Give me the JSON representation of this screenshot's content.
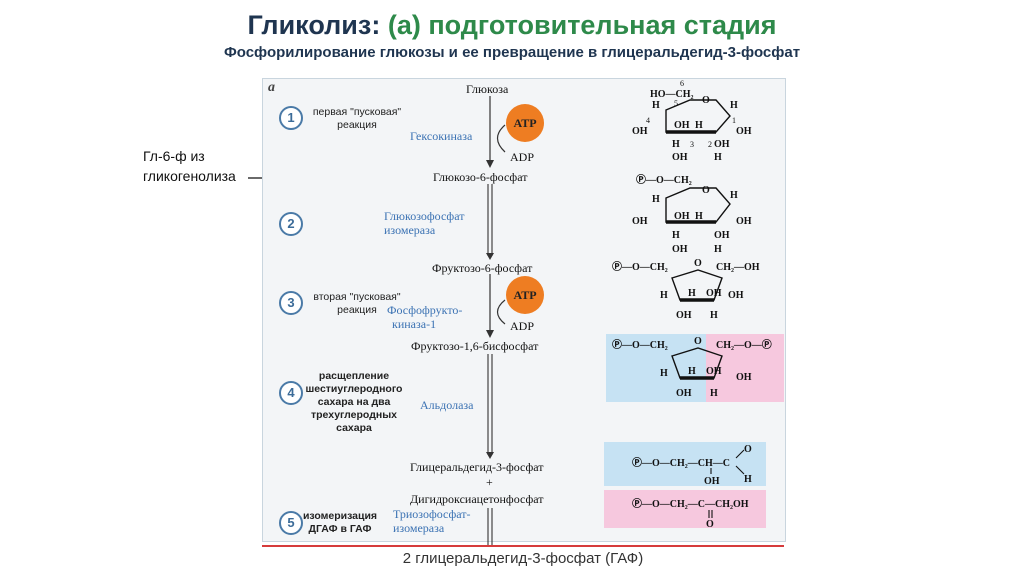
{
  "title": {
    "main": "Гликолиз:",
    "sub": "(а) подготовительная стадия"
  },
  "subtitle": "Фосфорилирование глюкозы и ее превращение в глицеральдегид-3-фосфат",
  "note": {
    "line1": "Гл-6-ф из",
    "line2": "гликогенолиза"
  },
  "panel_letter": "а",
  "steps": [
    {
      "num": "1",
      "text": "первая \"пусковая\" реакция"
    },
    {
      "num": "2",
      "text": ""
    },
    {
      "num": "3",
      "text": "вторая \"пусковая\" реакция"
    },
    {
      "num": "4",
      "text": "расщепление шестиуглеродного сахара на два трехуглеродных сахара"
    },
    {
      "num": "5",
      "text": "изомеризация ДГАФ в ГАФ"
    }
  ],
  "metabolites": {
    "glucose": "Глюкоза",
    "g6p": "Глюкозо-6-фосфат",
    "f6p": "Фруктозо-6-фосфат",
    "f16bp": "Фруктозо-1,6-бисфосфат",
    "gap": "Глицеральдегид-3-фосфат",
    "plus": "+",
    "dhap": "Дигидроксиацетонфосфат"
  },
  "enzymes": {
    "hexokinase": "Гексокиназа",
    "isomerase_1": "Глюкозофосфат",
    "isomerase_2": "изомераза",
    "pfk_1": "Фосфофрукто-",
    "pfk_2": "киназа-1",
    "aldolase": "Альдолаза",
    "tpi_1": "Триозофосфат-",
    "tpi_2": "изомераза"
  },
  "cofactors": {
    "atp": "ATP",
    "adp": "ADP"
  },
  "structure_labels": {
    "ho_ch2": "HO—CH₂",
    "h": "H",
    "oh": "OH",
    "o": "O",
    "p_o_ch2": "Ⓟ—O—CH₂",
    "ch2_oh": "CH₂—OH",
    "ch2_o_p": "CH₂—O—Ⓟ",
    "gap_formula": "Ⓟ—O—CH₂—CH—C",
    "dhap_formula": "Ⓟ—O—CH₂—C—CH₂OH",
    "num_1": "1",
    "num_2": "2",
    "num_3": "3",
    "num_4": "4",
    "num_5": "5",
    "num_6": "6"
  },
  "footer": "2 глицеральдегид-3-фосфат (ГАФ)",
  "colors": {
    "title": "#1f3550",
    "title_accent": "#2e8a4a",
    "atp": "#ee7d22",
    "enzyme": "#3b72b3",
    "blue_hl": "#c6e2f3",
    "pink_hl": "#f6c8de",
    "footer_line": "#d63b3b"
  }
}
